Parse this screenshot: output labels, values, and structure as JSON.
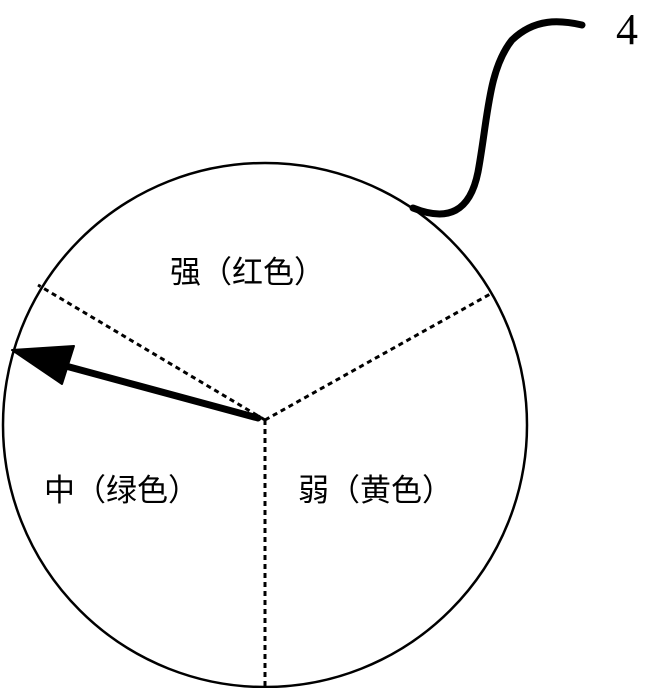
{
  "dial": {
    "zones": [
      {
        "id": "strong",
        "label": "强（红色）"
      },
      {
        "id": "medium",
        "label": "中（绿色）"
      },
      {
        "id": "weak",
        "label": "弱（黄色）"
      }
    ],
    "pointer_points_to": "medium"
  },
  "callout": {
    "label": "4"
  },
  "colors": {
    "stroke": "#000000",
    "background": "#ffffff"
  }
}
